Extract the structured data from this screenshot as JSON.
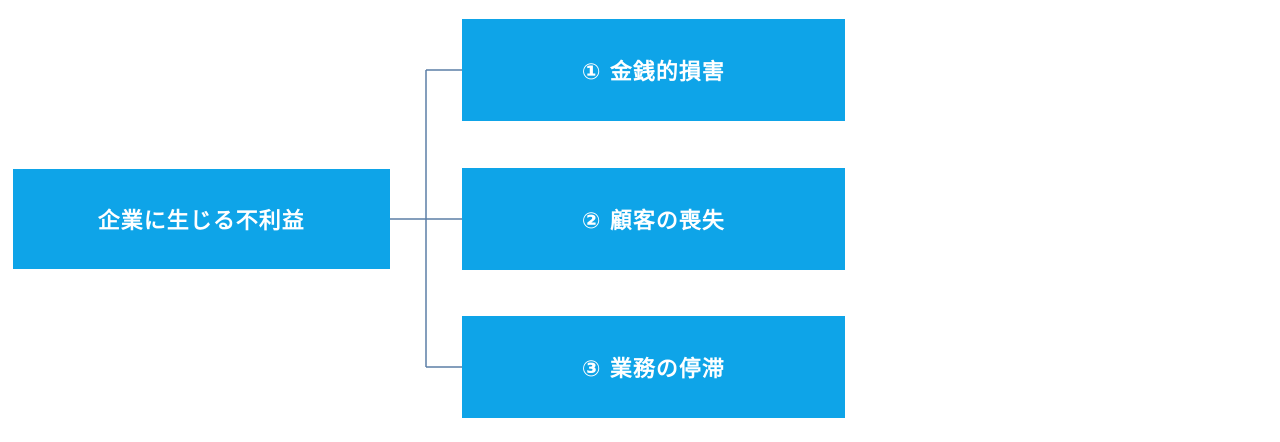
{
  "diagram": {
    "root": {
      "label": "企業に生じる不利益"
    },
    "children": [
      {
        "label": "① 金銭的損害"
      },
      {
        "label": "② 顧客の喪失"
      },
      {
        "label": "③ 業務の停滞"
      }
    ],
    "colors": {
      "box_fill": "#0ea4e8",
      "box_text": "#ffffff",
      "connector": "#5b7fa6"
    }
  }
}
